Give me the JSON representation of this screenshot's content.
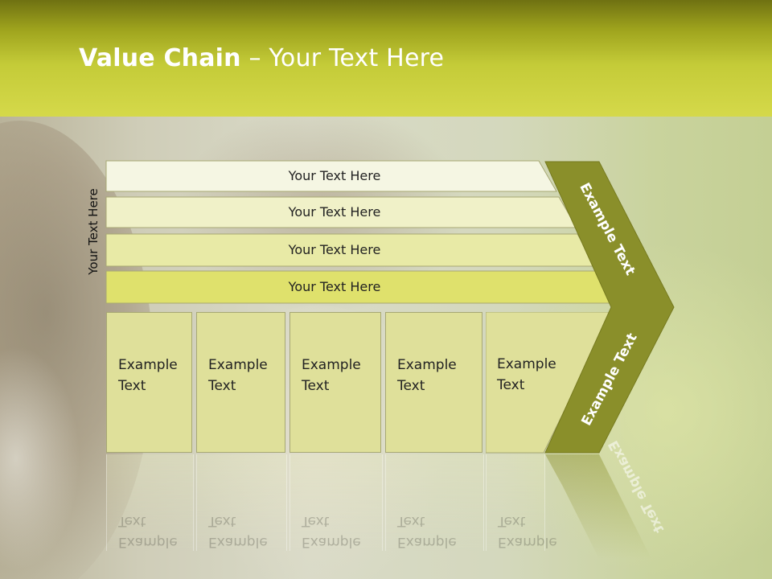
{
  "header": {
    "title_strong": "Value Chain",
    "title_rest": " – Your Text Here"
  },
  "side_label": "Your Text Here",
  "rows": [
    {
      "label": "Your Text Here",
      "fill": "#f5f6e3"
    },
    {
      "label": "Your Text Here",
      "fill": "#f0f1c8"
    },
    {
      "label": "Your Text Here",
      "fill": "#e8eaa6"
    },
    {
      "label": "Your Text Here",
      "fill": "#dfe16c"
    }
  ],
  "boxes": [
    {
      "text": "Example\nText"
    },
    {
      "text": "Example\nText"
    },
    {
      "text": "Example\nText"
    },
    {
      "text": "Example\nText"
    },
    {
      "text": "Example\nText"
    }
  ],
  "chevron": {
    "top_text": "Example Text",
    "bottom_text": "Example Text",
    "color": "#8a8f2a"
  },
  "colors": {
    "header_top": "#6f7112",
    "header_bottom": "#d5d94a",
    "box_fill": "#dfe09a"
  }
}
